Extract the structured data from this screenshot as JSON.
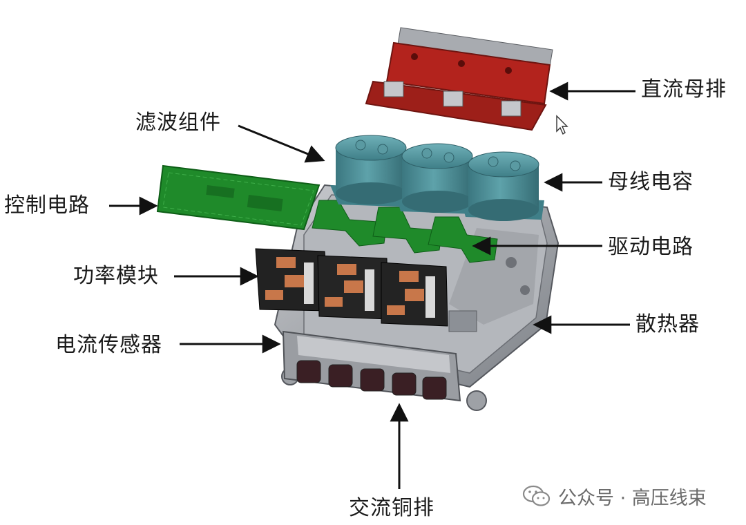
{
  "labels": {
    "dc_busbar": "直流母排",
    "filter_assembly": "滤波组件",
    "bus_capacitor": "母线电容",
    "control_circuit": "控制电路",
    "drive_circuit": "驱动电路",
    "power_module": "功率模块",
    "heat_sink": "散热器",
    "current_sensor": "电流传感器",
    "ac_copper_busbar": "交流铜排"
  },
  "watermark": {
    "icon": "wechat-icon",
    "text": "公众号 · 高压线束"
  },
  "colors": {
    "busbar_red": "#b3231d",
    "capacitor_teal": "#4c8f98",
    "pcb_green": "#1f8a2a",
    "housing_gray": "#8d9096",
    "module_black": "#222222",
    "copper": "#c8774a"
  }
}
